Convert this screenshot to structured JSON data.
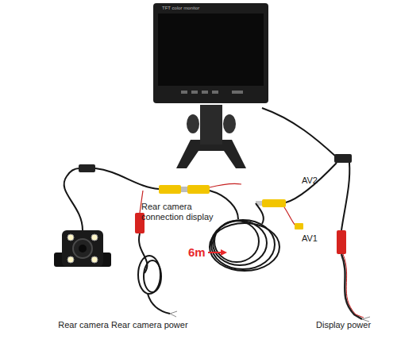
{
  "diagram": {
    "labels": [
      "TFT color monitor",
      "Rear camera connection display",
      "AV2",
      "AV1",
      "6m",
      "Rear camera",
      "Rear camera power",
      "Display power"
    ]
  }
}
